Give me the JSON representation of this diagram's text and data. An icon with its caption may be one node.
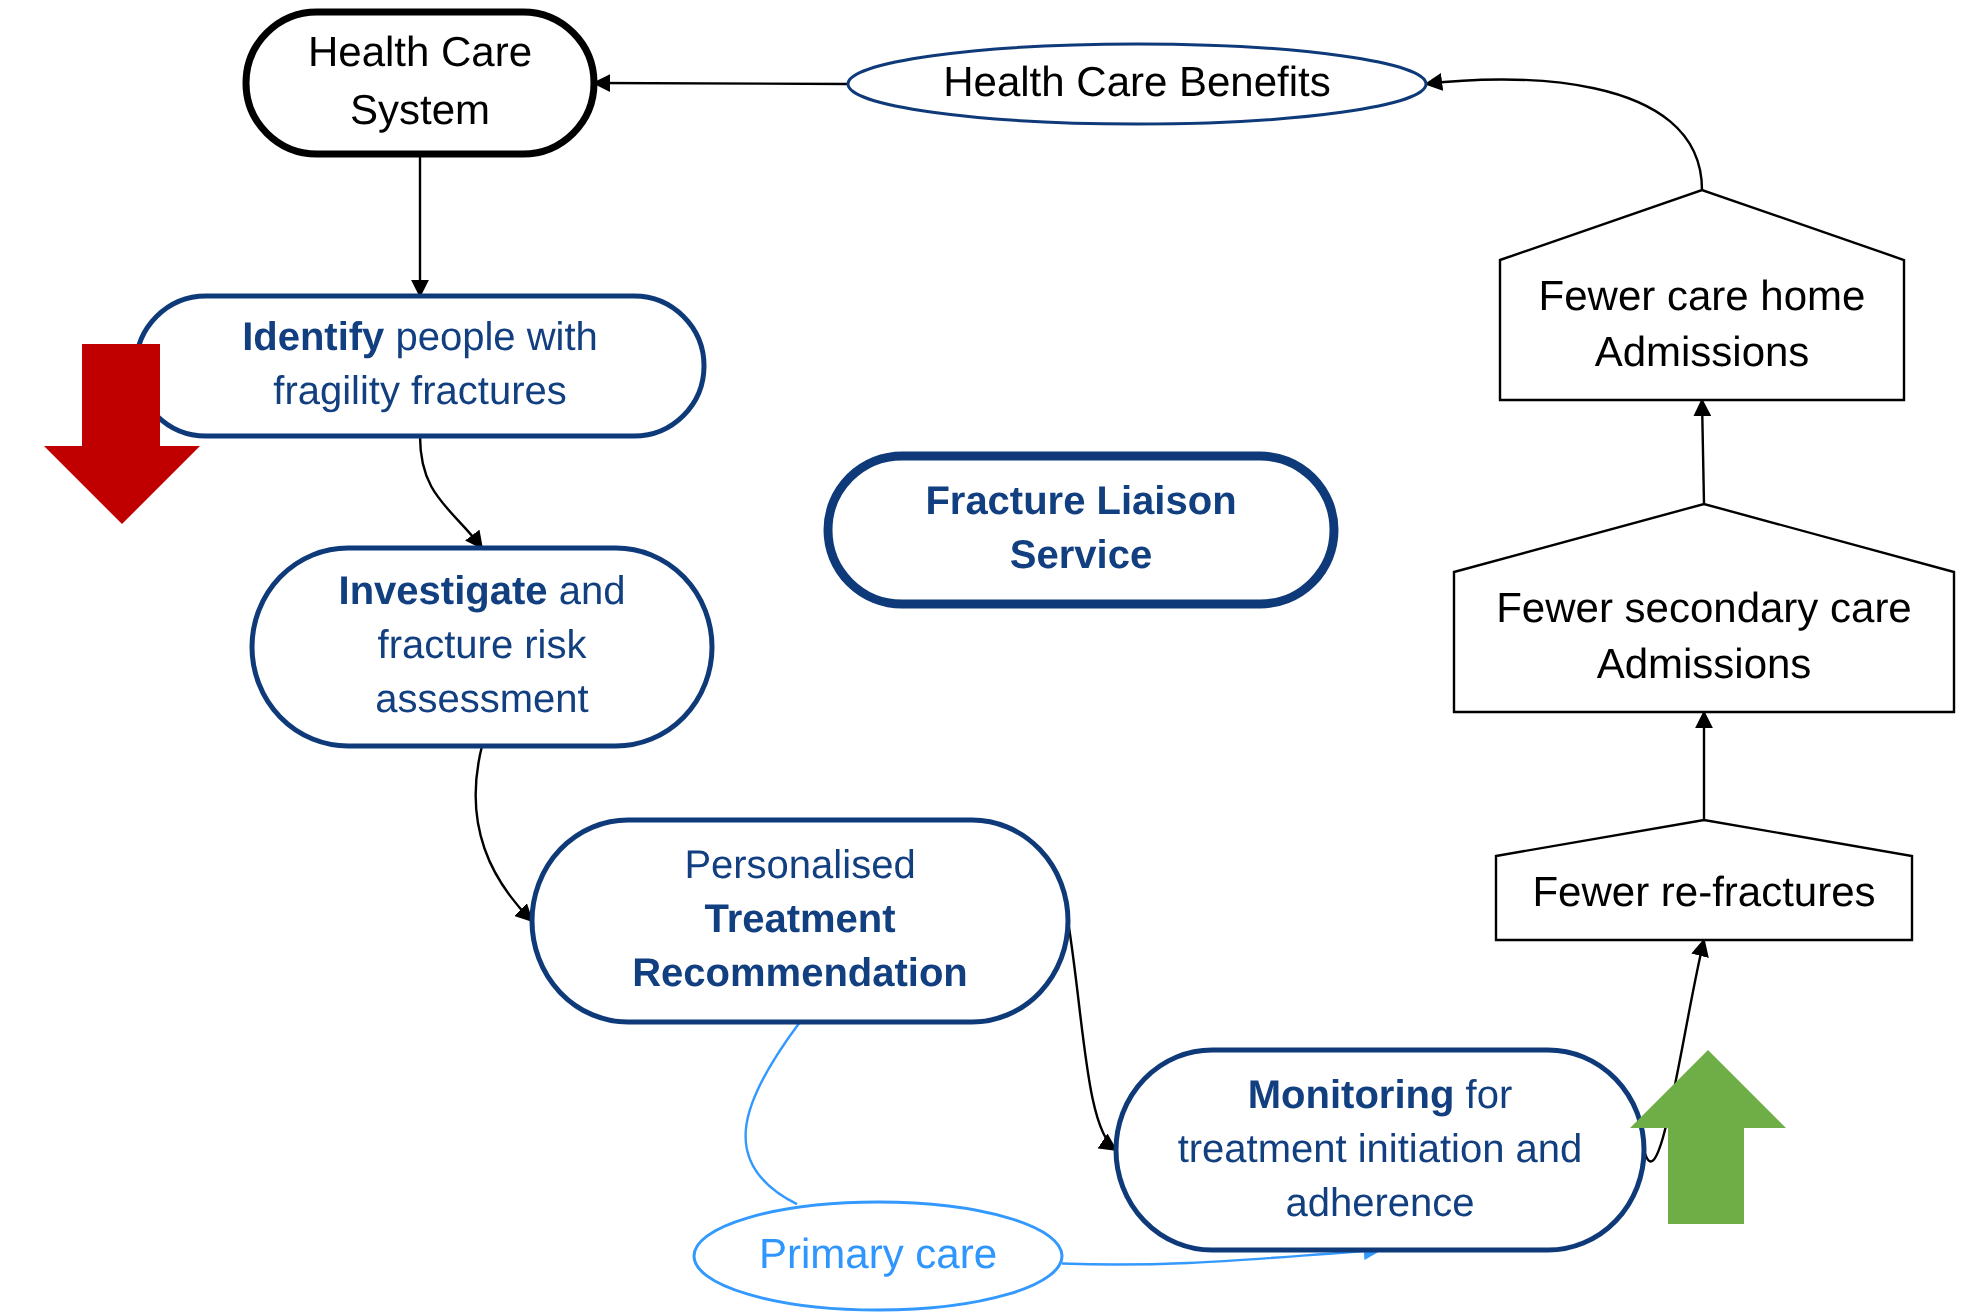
{
  "diagram": {
    "nodes": [
      {
        "text": [
          "Health Care System"
        ]
      },
      {
        "text": [
          "Health Care Benefits"
        ]
      },
      {
        "text": [
          "**Identify** people with fragility fractures"
        ]
      },
      {
        "text": [
          "**Investigate** and fracture risk assessment"
        ]
      },
      {
        "text": [
          "Personalised **Treatment Recommendation**"
        ]
      },
      {
        "text": [
          "Fracture Liaison Service"
        ]
      },
      {
        "text": [
          "**Monitoring** for treatment initiation and adherence"
        ]
      },
      {
        "text": [
          "Primary care"
        ]
      },
      {
        "text": [
          "Fewer re-fractures"
        ]
      },
      {
        "text": [
          "Fewer secondary care Admissions"
        ]
      },
      {
        "text": [
          "Fewer care home Admissions"
        ]
      }
    ],
    "edges": [
      {
        "from": 1,
        "to": 0,
        "arrow": "to"
      },
      {
        "from": 0,
        "to": 2,
        "arrow": "to"
      },
      {
        "from": 2,
        "to": 3,
        "arrow": "to"
      },
      {
        "from": 3,
        "to": 4,
        "arrow": "to"
      },
      {
        "from": 4,
        "to": 6,
        "arrow": "to"
      },
      {
        "from": 4,
        "to": 7,
        "arrow": "none",
        "color": "#3399ff"
      },
      {
        "from": 7,
        "to": 6,
        "arrow": "to",
        "color": "#3399ff"
      },
      {
        "from": 6,
        "to": 8,
        "arrow": "to"
      },
      {
        "from": 8,
        "to": 9,
        "arrow": "to"
      },
      {
        "from": 9,
        "to": 10,
        "arrow": "to"
      },
      {
        "from": 10,
        "to": 1,
        "arrow": "to"
      }
    ]
  }
}
